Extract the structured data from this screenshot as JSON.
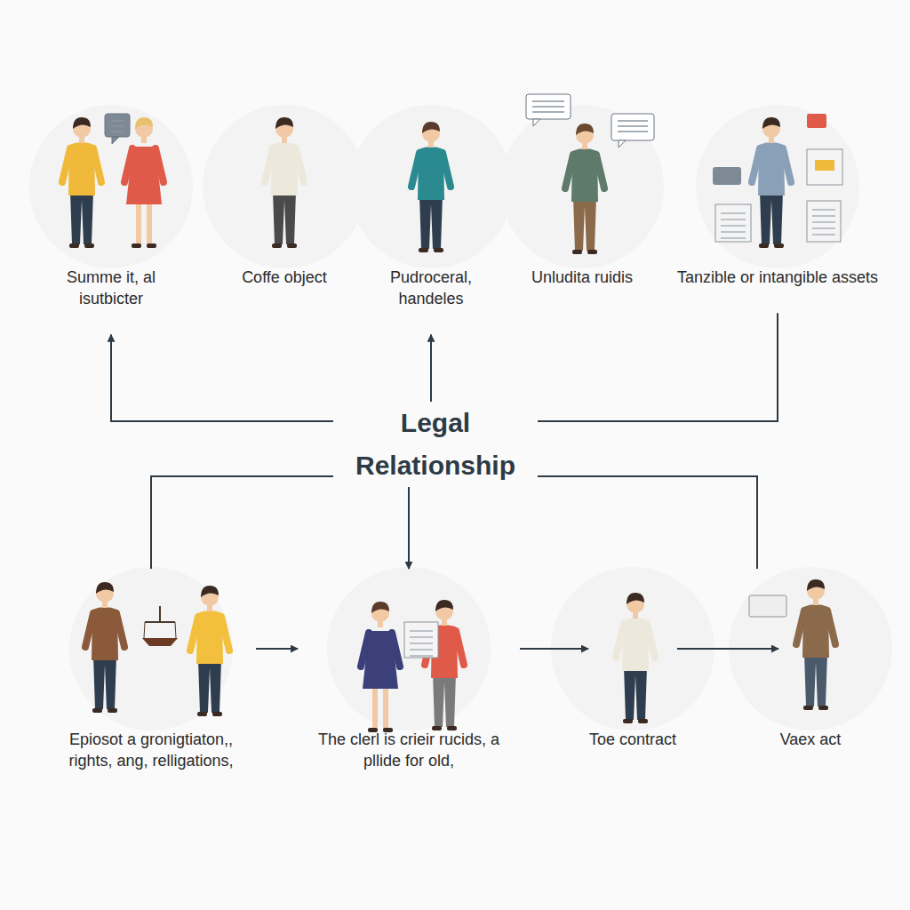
{
  "diagram": {
    "nodes": [
      {
        "text": [
          "Summe it, al isutbicter"
        ]
      },
      {
        "text": [
          "Coffe object"
        ]
      },
      {
        "text": [
          "Pudroceral, handeles"
        ]
      },
      {
        "text": [
          "Unludita ruidis"
        ]
      },
      {
        "text": [
          "Tanzible or intangible assets"
        ]
      },
      {
        "text": [
          "Legal Relationship"
        ]
      },
      {
        "text": [
          "Epiosot a gronigtiaton,, rights, ang, relligations,"
        ]
      },
      {
        "text": [
          "The clerl is crieir rucids, a pllide for old,"
        ]
      },
      {
        "text": [
          "Toe contract"
        ]
      },
      {
        "text": [
          "Vaex act"
        ]
      }
    ],
    "edges": [
      {
        "from": 5,
        "to": 0,
        "arrow": "to"
      },
      {
        "from": 5,
        "to": 2,
        "arrow": "to"
      },
      {
        "from": 5,
        "to": 4,
        "arrow": "none"
      },
      {
        "from": 5,
        "to": 6,
        "arrow": "none"
      },
      {
        "from": 5,
        "to": 7,
        "arrow": "to"
      },
      {
        "from": 5,
        "to": 9,
        "arrow": "none"
      },
      {
        "from": 6,
        "to": 7,
        "arrow": "to"
      },
      {
        "from": 7,
        "to": 8,
        "arrow": "to"
      },
      {
        "from": 8,
        "to": 9,
        "arrow": "to"
      }
    ]
  }
}
